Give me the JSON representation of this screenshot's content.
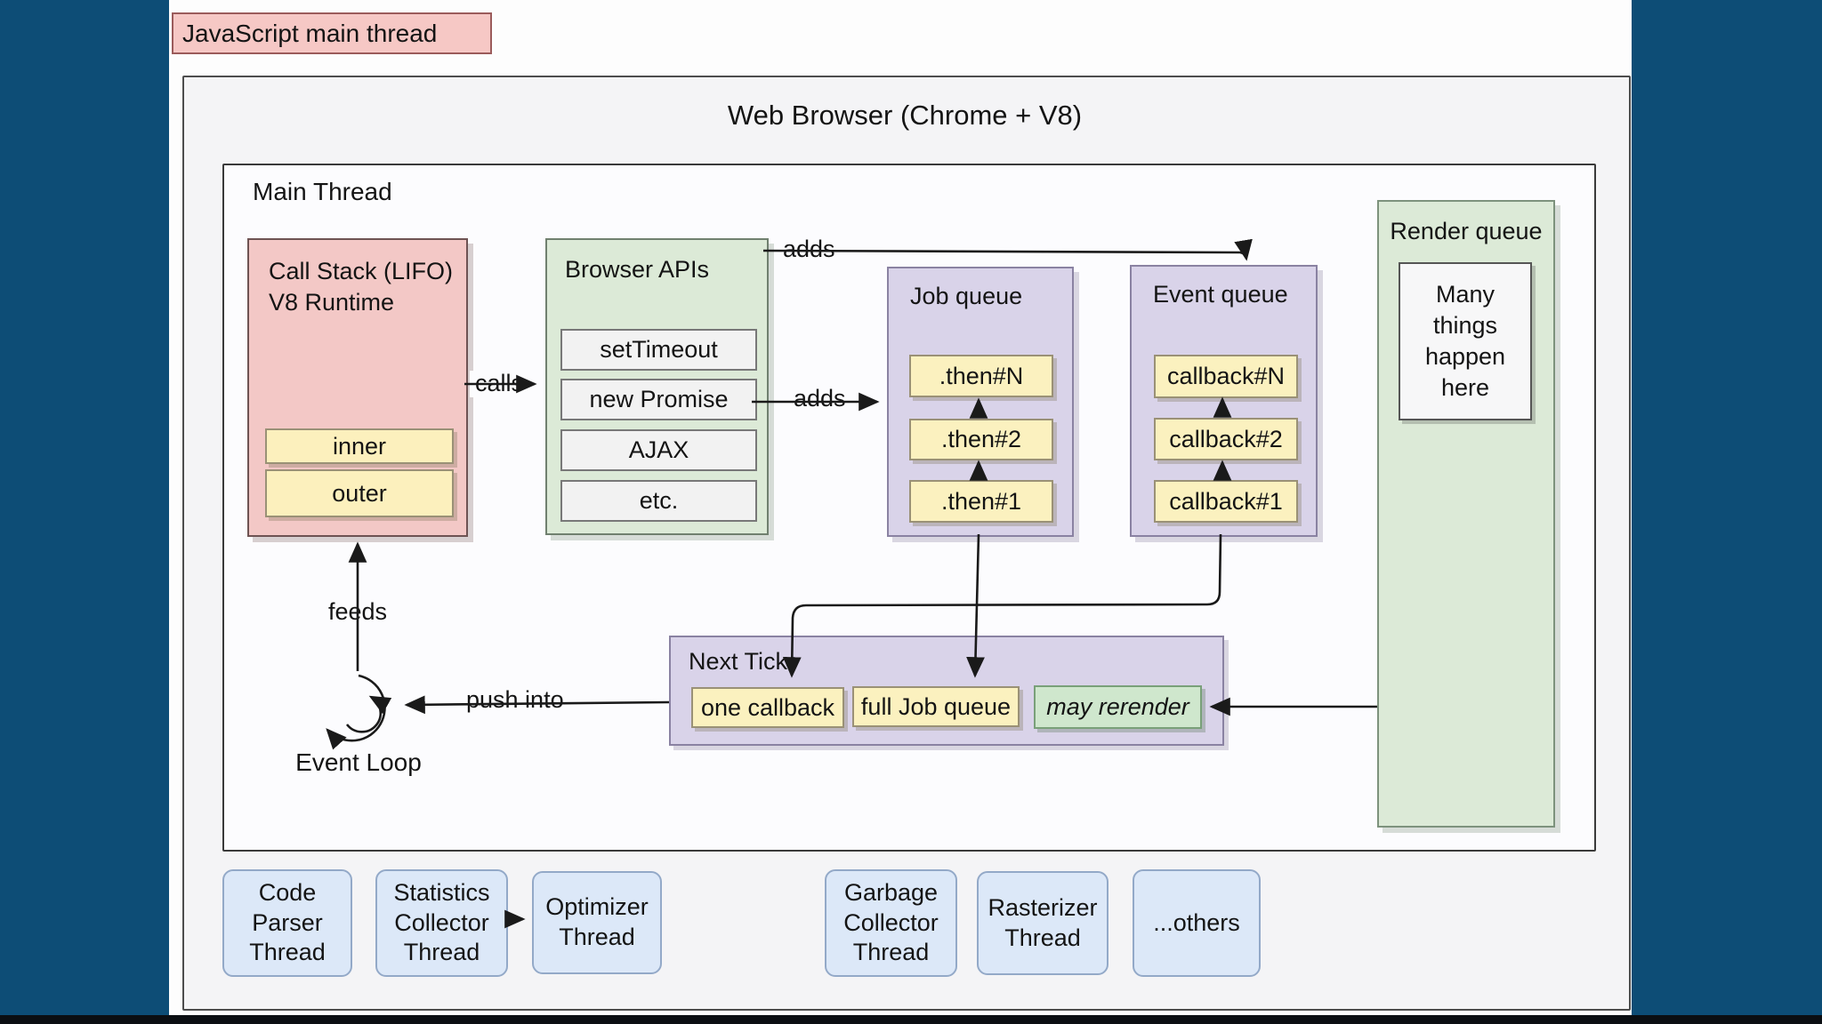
{
  "page": {
    "slide_label": "JavaScript main thread",
    "browser_title": "Web Browser (Chrome + V8)",
    "main_thread_label": "Main Thread"
  },
  "call_stack": {
    "title_line1": "Call Stack (LIFO)",
    "title_line2": "V8 Runtime",
    "frames": [
      "inner",
      "outer"
    ]
  },
  "browser_apis": {
    "title": "Browser APIs",
    "items": [
      "setTimeout",
      "new Promise",
      "AJAX",
      "etc."
    ]
  },
  "job_queue": {
    "title": "Job queue",
    "items": [
      ".then#N",
      ".then#2",
      ".then#1"
    ]
  },
  "event_queue": {
    "title": "Event queue",
    "items": [
      "callback#N",
      "callback#2",
      "callback#1"
    ]
  },
  "render_queue": {
    "title": "Render queue",
    "note": "Many things happen here"
  },
  "next_tick": {
    "title": "Next Tick",
    "one_callback": "one callback",
    "full_job_queue": "full Job queue",
    "may_rerender": "may rerender"
  },
  "event_loop": {
    "label": "Event Loop"
  },
  "edges": {
    "calls": "calls",
    "adds_top": "adds",
    "adds_mid": "adds",
    "feeds": "feeds",
    "push_into": "push into"
  },
  "threads": [
    {
      "label": "Code Parser\nThread"
    },
    {
      "label": "Statistics\nCollector\nThread"
    },
    {
      "label": "Optimizer\nThread"
    },
    {
      "label": "Garbage\nCollector\nThread"
    },
    {
      "label": "Rasterizer\nThread"
    },
    {
      "label": "...others"
    }
  ],
  "colors": {
    "background": "#0d4d76",
    "slide": "#fdfdfd",
    "pink_box": "#f6c8c5",
    "green_box": "#dcead7",
    "purple_box": "#d9d3e9",
    "yellow_item": "#fbf1bf",
    "green_item": "#cfe7cd",
    "blue_thread": "#dce8f8",
    "line": "#1a1a1a"
  }
}
